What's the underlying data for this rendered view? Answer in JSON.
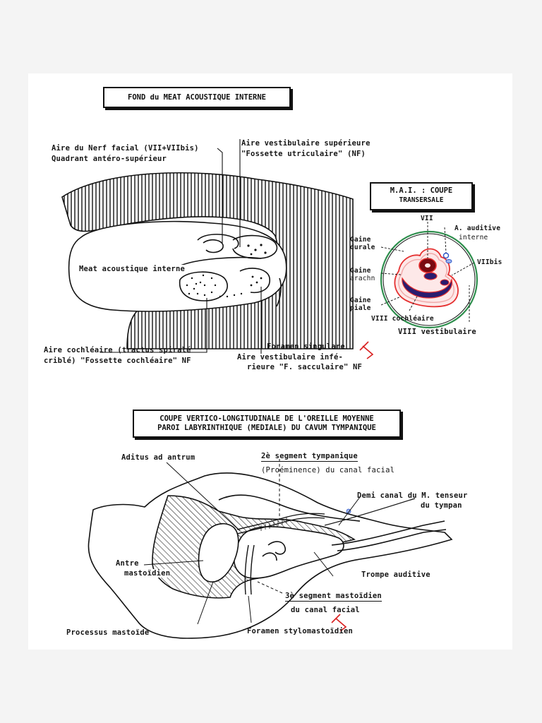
{
  "top": {
    "title": "FOND du MEAT ACOUSTIQUE INTERNE",
    "labels": {
      "facial_area": "Aire du Nerf facial (VII+VIIbis)",
      "facial_quadrant": "Quadrant antéro-supérieur",
      "sup_vest_area": "Aire vestibulaire supérieure",
      "sup_vest_fossette": "\"Fossette utriculaire\" (NF)",
      "meatus": "Meat acoustique interne",
      "cochlear_area": "Aire cochléaire (tractus spiralé",
      "cochlear_fossette": "criblé)   \"Fossette cochléaire\" NF",
      "singular_foramen": "Foramen singulare",
      "inf_vest_area": "Aire vestibulaire infé-",
      "inf_vest_fossette": "rieure  \"F. sacculaire\" NF"
    }
  },
  "section": {
    "title_line1": "M.A.I. :  COUPE",
    "title_line2": "TRANSERSALE",
    "labels": {
      "vii": "VII",
      "a_auditive": "A. auditive",
      "interne": "interne",
      "gaine_durale_1": "Gaine",
      "gaine_durale_2": "durale",
      "viibis": "VIIbis",
      "gaine_arachn_1": "Gaine",
      "gaine_arachn_2": "arachn",
      "gaine_piale_1": "Gaine",
      "gaine_piale_2": "piale",
      "viii_cochleaire": "VIII cochléaire",
      "viii_vestibulaire": "VIII vestibulaire"
    }
  },
  "bottom": {
    "title_line1": "COUPE VERTICO-LONGITUDINALE DE L'OREILLE MOYENNE",
    "title_line2": "PAROI LABYRINTHIQUE (MEDIALE) DU CAVUM TYMPANIQUE",
    "labels": {
      "aditus": "Aditus ad antrum",
      "seg2": "2è segment tympanique",
      "seg2_sub": "(Proéminence) du canal facial",
      "demi_canal_1": "Demi canal du M. tenseur",
      "demi_canal_2": "du tympan",
      "antre_1": "Antre",
      "antre_2": "mastoïdien",
      "trompe": "Trompe auditive",
      "seg3": "3è segment mastoïdien",
      "seg3_sub": "du canal facial",
      "processus": "Processus mastoïde",
      "foramen_stylo": "Foramen stylomastoïdien"
    }
  },
  "colors": {
    "ink": "#111111",
    "dura": "#2f8f4e",
    "arachnoid": "#e53030",
    "pia": "#f0a8a8",
    "nerve_dark": "#7a0a12",
    "cochlear": "#2a1c6e",
    "artery": "#2f57c8",
    "signature": "#d82020"
  }
}
